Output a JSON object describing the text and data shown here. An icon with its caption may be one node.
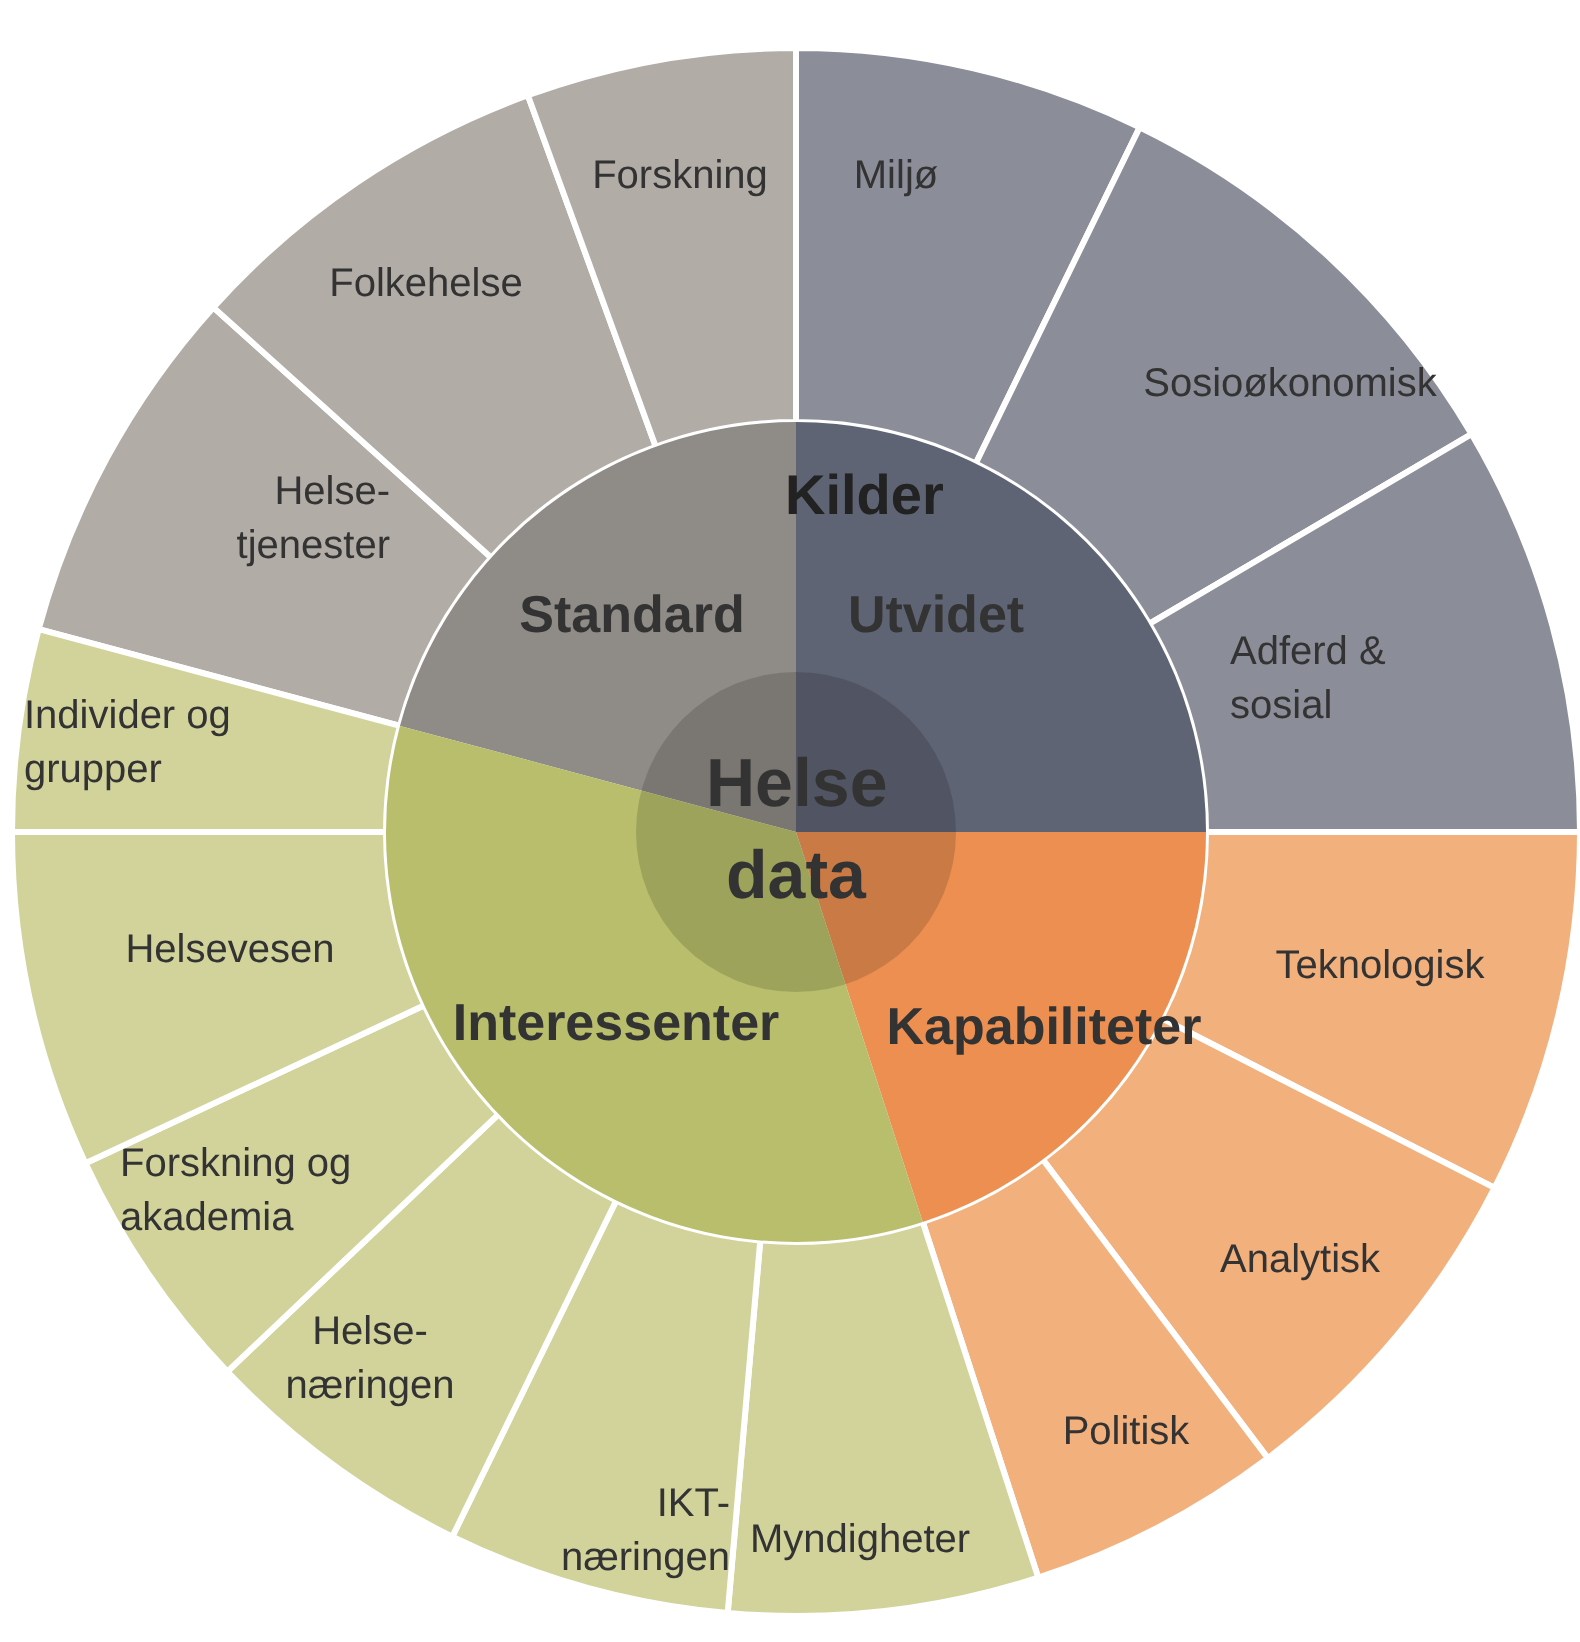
{
  "diagram": {
    "nodes": [
      {
        "text": [
          "Helse data"
        ]
      },
      {
        "text": [
          "Standard"
        ]
      },
      {
        "text": [
          "Utvidet"
        ]
      },
      {
        "text": [
          "Kapabiliteter"
        ]
      },
      {
        "text": [
          "Interessenter"
        ]
      },
      {
        "text": [
          "Helse-tjenester"
        ]
      },
      {
        "text": [
          "Folkehelse"
        ]
      },
      {
        "text": [
          "Forskning"
        ]
      },
      {
        "text": [
          "Miljø"
        ]
      },
      {
        "text": [
          "Sosioøkonomisk"
        ]
      },
      {
        "text": [
          "Adferd & sosial"
        ]
      },
      {
        "text": [
          "Teknologisk"
        ]
      },
      {
        "text": [
          "Analytisk"
        ]
      },
      {
        "text": [
          "Politisk"
        ]
      },
      {
        "text": [
          "Myndigheter"
        ]
      },
      {
        "text": [
          "IKT-næringen"
        ]
      },
      {
        "text": [
          "Helse-næringen"
        ]
      },
      {
        "text": [
          "Forskning og akademia"
        ]
      },
      {
        "text": [
          "Helsevesen"
        ]
      },
      {
        "text": [
          "Individer og grupper"
        ]
      }
    ],
    "labels": [
      "Kilder"
    ]
  }
}
